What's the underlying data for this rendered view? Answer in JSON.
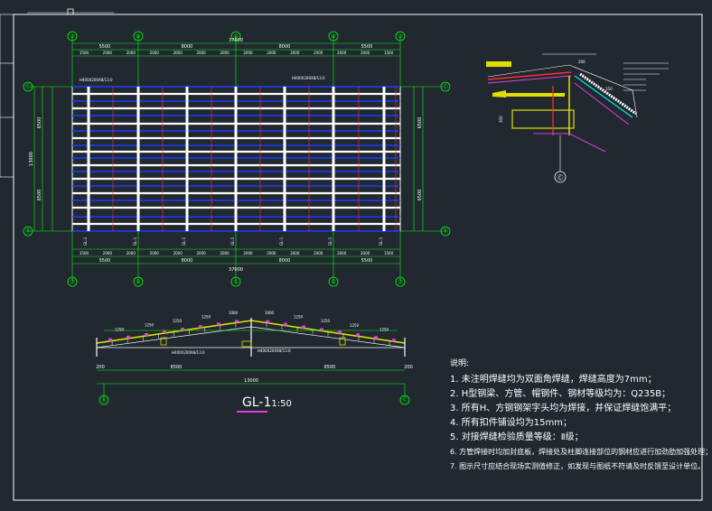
{
  "grid_axes_top": [
    "⑦",
    "⑧",
    "⑤",
    "⑨",
    "⑦"
  ],
  "grid_axes_side": [
    "Ⓒ",
    "Ⓑ"
  ],
  "plan": {
    "dims_top_total": "37000",
    "dims_top_spans": [
      "5500",
      "8000",
      "8000",
      "5500"
    ],
    "dims_top_sub": [
      "1500",
      "2000",
      "2000",
      "2000",
      "2000",
      "2000",
      "2000",
      "2000",
      "2000",
      "2000",
      "2000",
      "2000",
      "2000",
      "1500"
    ],
    "dims_bottom_total": "37000",
    "dims_bottom_spans": [
      "5500",
      "8000",
      "8000",
      "5500"
    ],
    "dims_left_total": "13000",
    "dims_left_sub": [
      "6500",
      "6500"
    ],
    "dims_right": [
      "6500",
      "6500"
    ],
    "gl_labels": [
      "GL-1",
      "GL-1",
      "GL-1",
      "GL-1",
      "GL-1",
      "GL-1",
      "GL-1"
    ],
    "tag1": "H400X200X8/13.0",
    "tag2": "H400X200X8/13.0"
  },
  "section": {
    "dims_top": [
      "1250",
      "1250",
      "1250",
      "1250",
      "1000",
      "1000",
      "1250",
      "1250",
      "1250",
      "1250"
    ],
    "dims_bottom": [
      "6500",
      "6500"
    ],
    "dims_total": "13000",
    "ends": [
      "200",
      "200"
    ],
    "axis_labels": [
      "Ⓑ",
      "Ⓒ"
    ],
    "tag": "H400X200X8/13.0",
    "tag_center": "H400X200X8/13.0"
  },
  "detail": {
    "axis": "Ⓒ",
    "dims": [
      "200",
      "150",
      "300"
    ]
  },
  "title": {
    "name": "GL-1",
    "scale": "1:50"
  },
  "notes": {
    "heading": "说明:",
    "items": [
      "1. 未注明焊缝均为双面角焊缝，焊缝高度为7mm；",
      "2. H型钢梁、方管、帽钢件、钢材等级均为：Q235B；",
      "3. 所有H、方钢钢架字头均为焊接，并保证焊缝饱满平；",
      "4. 所有扣件铺设均为15mm；",
      "5. 对接焊缝检验质量等级：Ⅱ级；",
      "6. 方管焊接时均加封底板，焊接处及柱脚连接部位的钢材应进行加劲肋加强处理；",
      "7. 图示尺寸应结合现场实测值修正，如发现与图纸不符请及时反馈至设计单位。"
    ]
  },
  "colors": {
    "background": "#212830",
    "frame": "#ffffff",
    "grid_circle": "#00ff00",
    "purlin": "#1a3cff",
    "beam": "#ffffff",
    "dim": "#00ff00",
    "section_rafter": "#e0e000",
    "accent": "#e040e0",
    "red": "#ff3030",
    "cyan": "#00e0e0"
  }
}
